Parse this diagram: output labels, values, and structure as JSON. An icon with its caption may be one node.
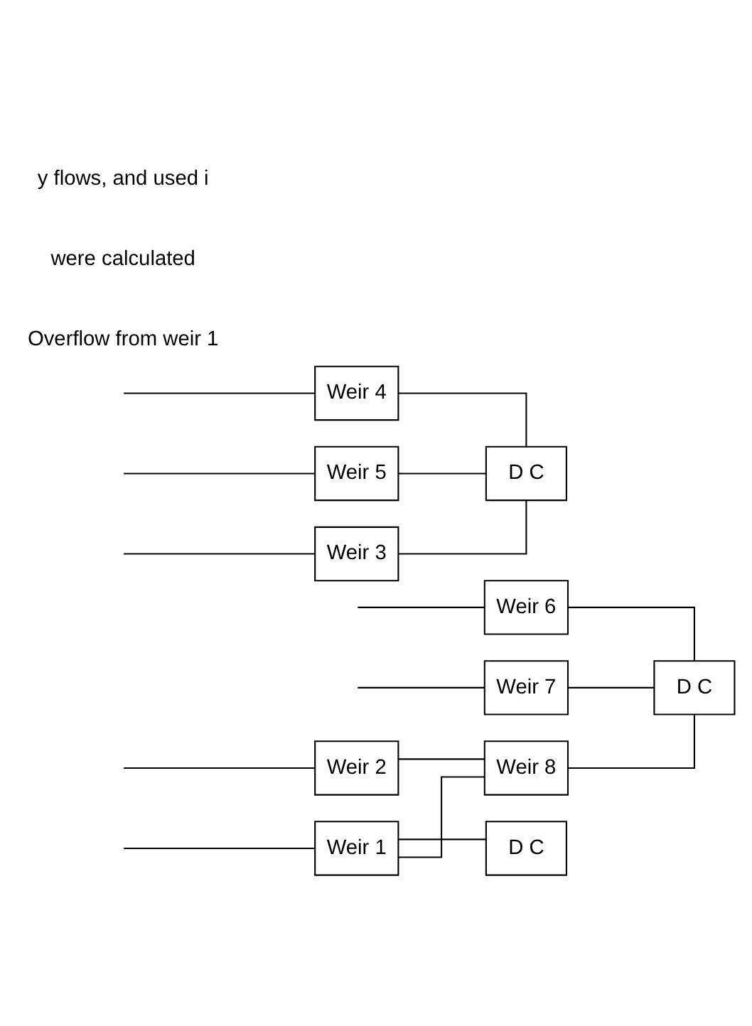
{
  "diagram": {
    "nodes": [
      {
        "text": [
          "D C"
        ]
      },
      {
        "text": [
          "Weir 1"
        ]
      },
      {
        "text": [
          "Weir 2"
        ]
      },
      {
        "text": [
          "Weir 3"
        ]
      },
      {
        "text": [
          "Weir 4"
        ]
      },
      {
        "text": [
          "D C"
        ]
      },
      {
        "text": [
          "Weir 5"
        ]
      },
      {
        "text": [
          "Weir 6"
        ]
      },
      {
        "text": [
          "Weir 7"
        ]
      },
      {
        "text": [
          "D C"
        ]
      },
      {
        "text": [
          "Weir 8"
        ]
      }
    ],
    "edges": [
      {
        "from": null,
        "to": 1,
        "arrow": "none"
      },
      {
        "from": 1,
        "to": 0,
        "arrow": "none"
      },
      {
        "from": 1,
        "to": 10,
        "arrow": "none"
      },
      {
        "from": null,
        "to": 2,
        "arrow": "none"
      },
      {
        "from": 2,
        "to": 10,
        "arrow": "none"
      },
      {
        "from": null,
        "to": 3,
        "arrow": "none"
      },
      {
        "from": null,
        "to": 4,
        "arrow": "none"
      },
      {
        "from": null,
        "to": 6,
        "arrow": "none"
      },
      {
        "from": null,
        "to": 7,
        "arrow": "none"
      },
      {
        "from": null,
        "to": 8,
        "arrow": "none"
      },
      {
        "from": 3,
        "to": 5,
        "arrow": "none"
      },
      {
        "from": 4,
        "to": 5,
        "arrow": "none"
      },
      {
        "from": 6,
        "to": 5,
        "arrow": "none"
      },
      {
        "from": 7,
        "to": 9,
        "arrow": "none"
      },
      {
        "from": 8,
        "to": 9,
        "arrow": "none"
      },
      {
        "from": 10,
        "to": 9,
        "arrow": "none"
      }
    ],
    "labels": [
      "Overflow from weir 1",
      "were calculated",
      "y flows, and used i"
    ]
  }
}
